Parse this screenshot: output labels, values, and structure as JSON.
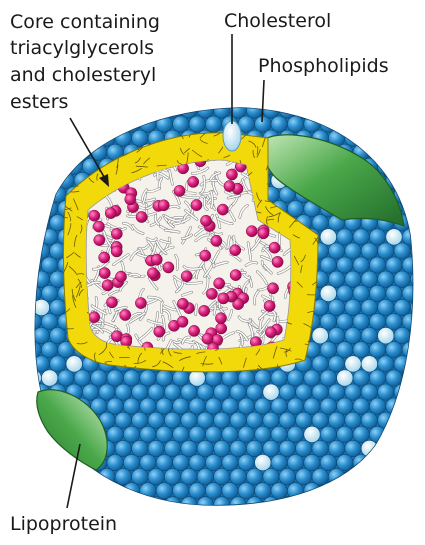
{
  "labels": {
    "core_line1": "Core containing",
    "core_line2": "triacylglycerols",
    "core_line3": "and cholesteryl",
    "core_line4": "esters",
    "cholesterol": "Cholesterol",
    "phospholipids": "Phospholipids",
    "lipoprotein": "Lipoprotein"
  },
  "colors": {
    "phospholipid_head": "#2a8fd0",
    "cholesterol": "#bfe3f2",
    "phospholipid_tail": "#f7e21b",
    "core_lipid_head": "#d81b7a",
    "apolipoprotein": "#3e9a44"
  }
}
